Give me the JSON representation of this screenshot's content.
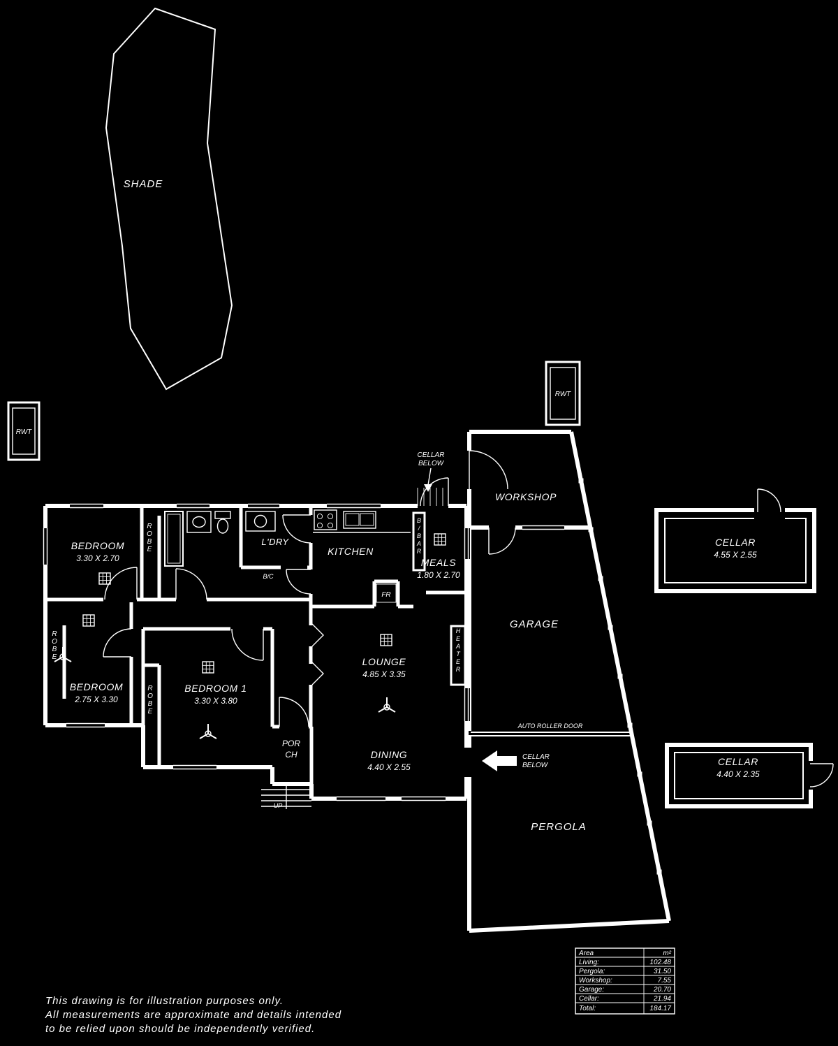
{
  "colors": {
    "background": "#000000",
    "line": "#ffffff"
  },
  "structures": {
    "shade": "SHADE",
    "rwt": "RWT"
  },
  "rooms": {
    "bedroom_top": {
      "name": "BEDROOM",
      "dims": "3.30 X 2.70"
    },
    "bedroom_left": {
      "name": "BEDROOM",
      "dims": "2.75 X 3.30"
    },
    "bedroom_1": {
      "name": "BEDROOM 1",
      "dims": "3.30 X 3.80"
    },
    "lounge": {
      "name": "LOUNGE",
      "dims": "4.85 X 3.35"
    },
    "dining": {
      "name": "DINING",
      "dims": "4.40 X 2.55"
    },
    "meals": {
      "name": "MEALS",
      "dims": "1.80 X 2.70"
    },
    "kitchen": {
      "name": "KITCHEN"
    },
    "laundry": {
      "name": "L'DRY"
    },
    "workshop": {
      "name": "WORKSHOP"
    },
    "garage": {
      "name": "GARAGE"
    },
    "pergola": {
      "name": "PERGOLA"
    },
    "porch": {
      "line1": "POR",
      "line2": "CH"
    },
    "cellar_upper": {
      "name": "CELLAR",
      "dims": "4.55 X 2.55"
    },
    "cellar_lower": {
      "name": "CELLAR",
      "dims": "4.40 X 2.35"
    }
  },
  "vertical_labels": {
    "robe": "ROBE",
    "heater": "HEATER",
    "bar": "B/BAR"
  },
  "annotations": {
    "cellar_below_line1": "CELLAR",
    "cellar_below_line2": "BELOW",
    "auto_roller_door": "AUTO ROLLER DOOR",
    "up": "UP",
    "fridge": "FR",
    "bc": "B/C"
  },
  "area_table": {
    "header": {
      "area": "Area",
      "unit": "m²"
    },
    "rows": [
      {
        "label": "Living:",
        "value": "102.48"
      },
      {
        "label": "Pergola:",
        "value": "31.50"
      },
      {
        "label": "Workshop:",
        "value": "7.55"
      },
      {
        "label": "Garage:",
        "value": "20.70"
      },
      {
        "label": "Cellar:",
        "value": "21.94"
      },
      {
        "label": "Total:",
        "value": "184.17"
      }
    ]
  },
  "disclaimer": {
    "lines": [
      "This drawing is for illustration purposes only.",
      "All measurements are approximate and details intended",
      "to be relied upon should be independently verified."
    ]
  }
}
